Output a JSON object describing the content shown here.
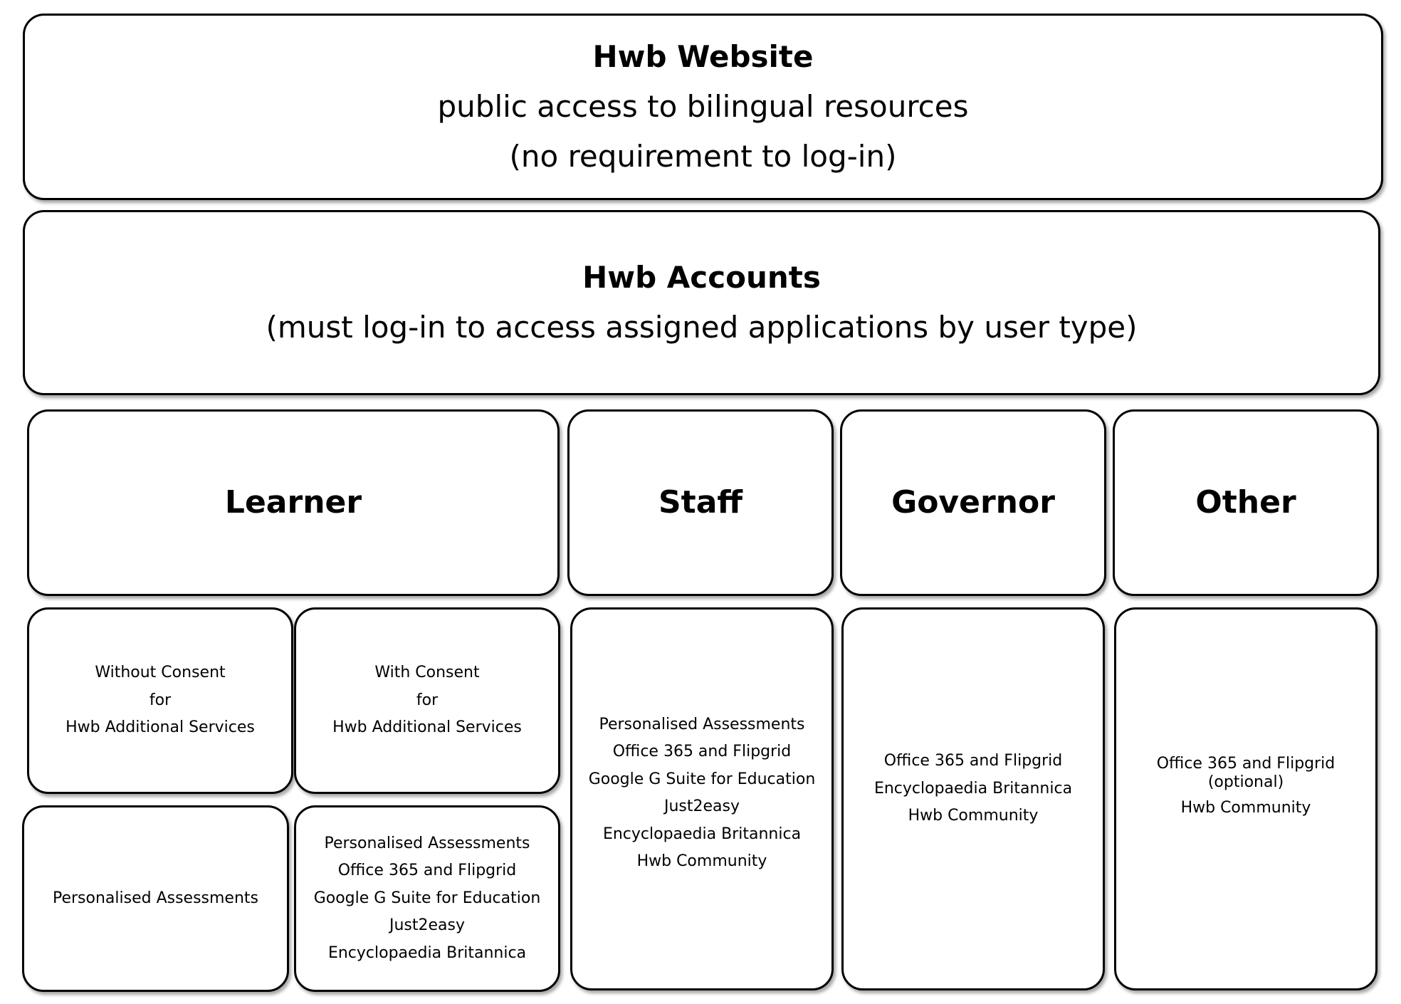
{
  "website": {
    "title": "Hwb Website",
    "line1": "public access to bilingual resources",
    "line2": "(no requirement to log-in)"
  },
  "accounts": {
    "title": "Hwb Accounts",
    "line1": "(must log-in to access assigned applications by user type)"
  },
  "roles": {
    "learner": "Learner",
    "staff": "Staff",
    "governor": "Governor",
    "other": "Other"
  },
  "learner": {
    "without_consent": [
      "Without Consent",
      "for",
      "Hwb Additional Services"
    ],
    "with_consent": [
      "With Consent",
      "for",
      "Hwb Additional Services"
    ],
    "without_consent_apps": [
      "Personalised Assessments"
    ],
    "with_consent_apps": [
      "Personalised Assessments",
      "Office 365 and Flipgrid",
      "Google G Suite for Education",
      "Just2easy",
      "Encyclopaedia Britannica"
    ]
  },
  "staff_apps": [
    "Personalised Assessments",
    "Office 365 and Flipgrid",
    "Google G Suite for Education",
    "Just2easy",
    "Encyclopaedia Britannica",
    "Hwb Community"
  ],
  "governor_apps": [
    "Office 365 and Flipgrid",
    "Encyclopaedia Britannica",
    "Hwb Community"
  ],
  "other_apps": [
    "Office 365 and Flipgrid",
    "(optional)",
    "Hwb Community"
  ]
}
